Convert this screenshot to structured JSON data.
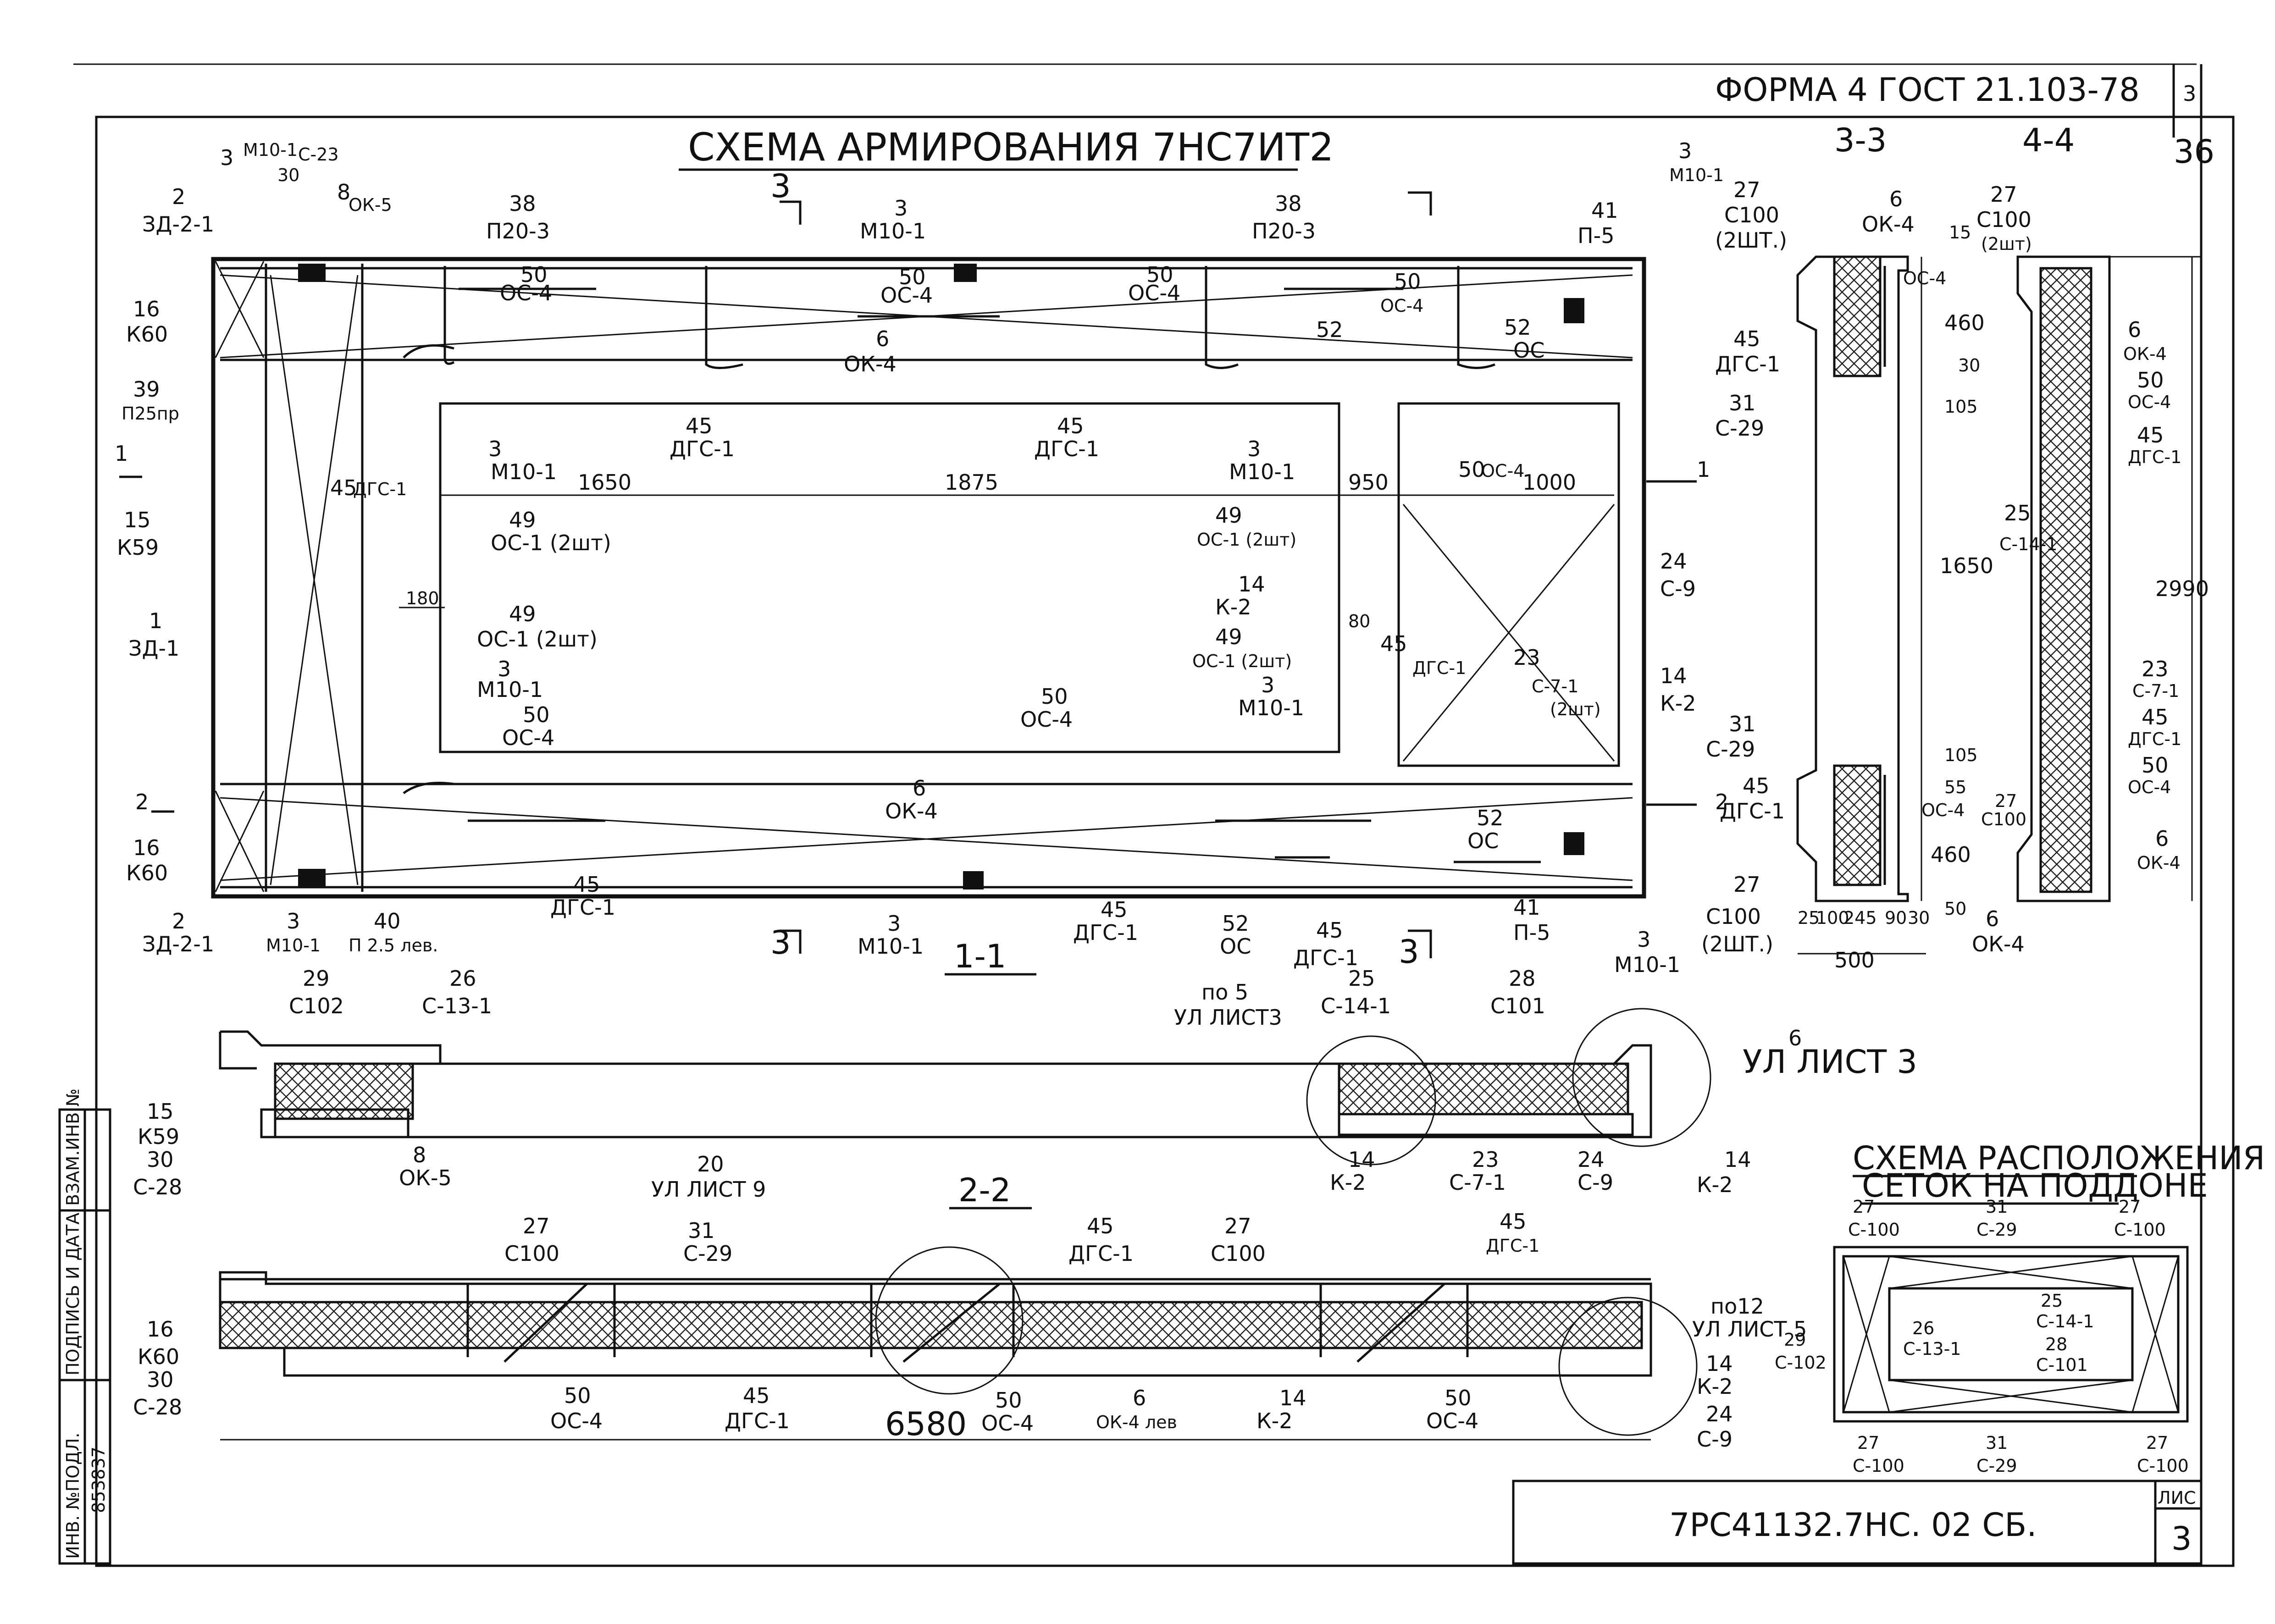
{
  "header": {
    "form": "ФОРМА 4  ГОСТ 21.103-78",
    "corner_mark": "3",
    "page_no": "36"
  },
  "title": "СХЕМА   АРМИРОВАНИЯ  7НС7ИТ2",
  "stamp": {
    "code": "7РС41132.7НС. 02 СБ.",
    "sheet_label": "ЛИС",
    "sheet_no": "3"
  },
  "side_table": {
    "inv": "ИНВ. №ПОДЛ.",
    "sign": "ПОДПИСЬ И ДАТА",
    "vzam": "ВЗАМ.ИНВ.№",
    "inv_value": "853837"
  },
  "section_titles": {
    "s33": "3-3",
    "s44": "4-4",
    "s11": "1-1",
    "s22": "2-2",
    "layout_title_1": "СХЕМА  РАСПОЛОЖЕНИЯ",
    "layout_title_2": "СЕТОК  НА ПОДДОНЕ"
  },
  "dims": {
    "d1650": "1650",
    "d1875": "1875",
    "d950": "950",
    "d1000": "1000",
    "d180": "180",
    "d80": "80",
    "d6580": "6580",
    "d500": "500",
    "d2990": "2990",
    "d1650v": "1650",
    "d460a": "460",
    "d460b": "460",
    "d30": "30",
    "d105": "105",
    "d105b": "105",
    "d55": "55",
    "d15": "15",
    "d50": "50",
    "d25": "25",
    "d100": "100",
    "d245": "245",
    "d90": "90",
    "d30b": "30"
  },
  "callouts": {
    "m10_1": "М10-1",
    "c23": "С-23",
    "n3": "3",
    "n30": "30",
    "n8": "8",
    "ok5": "ОК-5",
    "n2": "2",
    "zd21": "ЗД-2-1",
    "n16": "16",
    "k60": "К60",
    "n39": "39",
    "p25pr": "П25пр",
    "n15": "15",
    "k59": "К59",
    "n1": "1",
    "zd1": "ЗД-1",
    "n40": "40",
    "p25lev": "П 2.5 лев.",
    "n38": "38",
    "p20_3": "П20-3",
    "n50": "50",
    "oc4": "ОС-4",
    "n6": "6",
    "ok4": "ОК-4",
    "n45": "45",
    "dgs1": "ДГС-1",
    "n49": "49",
    "oc1_2": "ОС-1 (2шт)",
    "n14": "14",
    "k2": "К-2",
    "n52": "52",
    "oc": "ОС",
    "n41": "41",
    "p5": "П-5",
    "n24": "24",
    "c9": "С-9",
    "n23": "23",
    "c71": "С-7-1",
    "sht2": "(2шт)",
    "n27": "27",
    "c100": "С100",
    "c100_2": "(2ШТ.)",
    "n31": "31",
    "c29": "С-29",
    "n25": "25",
    "c141": "С-14-1",
    "n29": "29",
    "c102": "С102",
    "n26": "26",
    "c131": "С-13-1",
    "n28": "28",
    "c101": "С101",
    "c28": "С-28",
    "po5": "по 5",
    "ul3": "УЛ ЛИСТ3",
    "ul3b": "УЛ ЛИСТ 3",
    "n20": "20",
    "ul9": "УЛ ЛИСТ 9",
    "po12": "по12",
    "ul5": "УЛ ЛИСТ 5",
    "ok4lev": "ОК-4 лев"
  },
  "mesh_layout": {
    "c100": "С-100",
    "c29": "С-29",
    "c141": "С-14-1",
    "c131": "С-13-1",
    "c101": "С-101",
    "c102": "С-102",
    "n27": "27",
    "n31": "31",
    "n25": "25",
    "n26": "26",
    "n28": "28",
    "n29": "29"
  }
}
